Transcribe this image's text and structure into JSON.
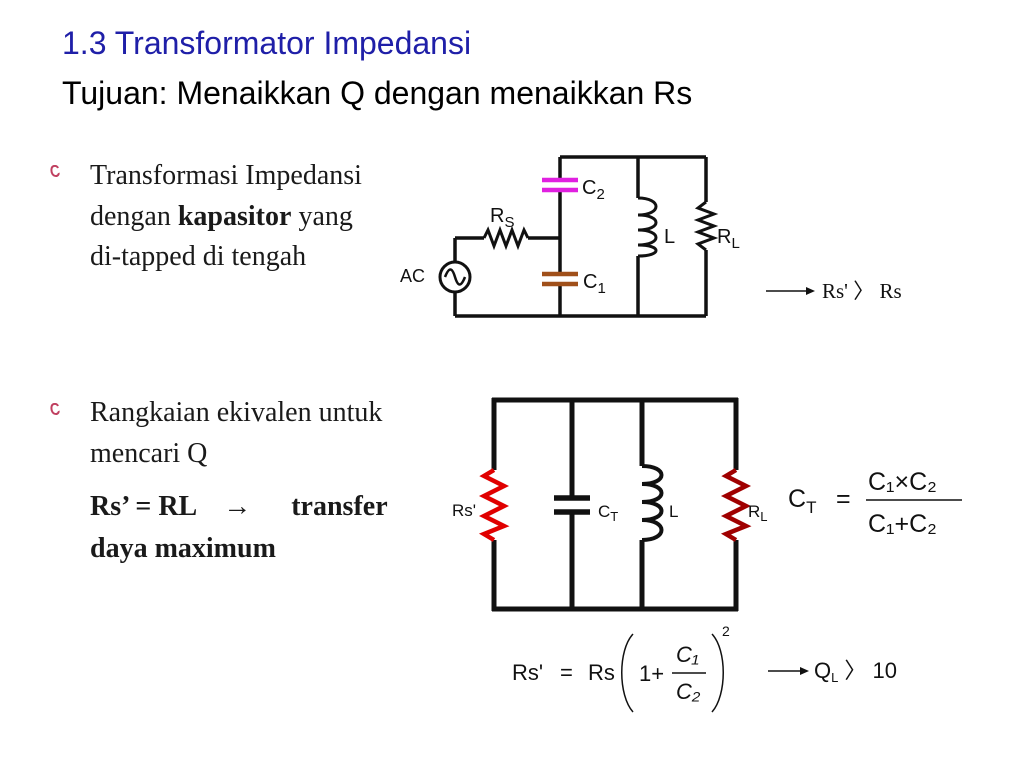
{
  "title": "1.3 Transformator Impedansi",
  "subtitle": "Tujuan: Menaikkan Q dengan menaikkan Rs",
  "colors": {
    "title": "#1f1fa8",
    "c2_capacitor": "#e020e0",
    "c1_capacitor": "#a0501a",
    "rl_resistor": "#a00000",
    "rs_prime_resistor": "#e00000",
    "bullet": "#c04060"
  },
  "bullet1": {
    "line1": "Transformasi Impedansi",
    "line2_pre": "dengan ",
    "line2_bold": "kapasitor",
    "line2_post": " yang",
    "line3": "di-tapped di tengah"
  },
  "circuit1": {
    "label_c2": "C",
    "label_c2_sub": "2",
    "label_rs": "R",
    "label_rs_sub": "S",
    "label_l": "L",
    "label_rl": "R",
    "label_rl_sub": "L",
    "label_ac": "AC",
    "label_c1": "C",
    "label_c1_sub": "1",
    "result": "Rs' 〉 Rs"
  },
  "bullet2": {
    "line1": "Rangkaian ekivalen untuk",
    "line2": "mencari Q",
    "line3_left": "Rs’ = RL",
    "arrow": "→",
    "line3_right": "transfer",
    "line4": "daya maximum"
  },
  "circuit2": {
    "label_rs": "Rs'",
    "label_ct": "C",
    "label_ct_sub": "T",
    "label_l": "L",
    "label_rl": "R",
    "label_rl_sub": "L"
  },
  "formula_ct": {
    "lhs": "C",
    "lhs_sub": "T",
    "eq": "=",
    "num": "C₁×C₂",
    "den": "C₁+C₂"
  },
  "formula_rs": {
    "lhs": "Rs'",
    "eq": "=",
    "rs": "Rs",
    "one_plus": "1+",
    "num": "C₁",
    "den": "C₂",
    "exp": "2",
    "result": "Q",
    "result_sub": "L",
    "result_rel": "〉 10"
  }
}
